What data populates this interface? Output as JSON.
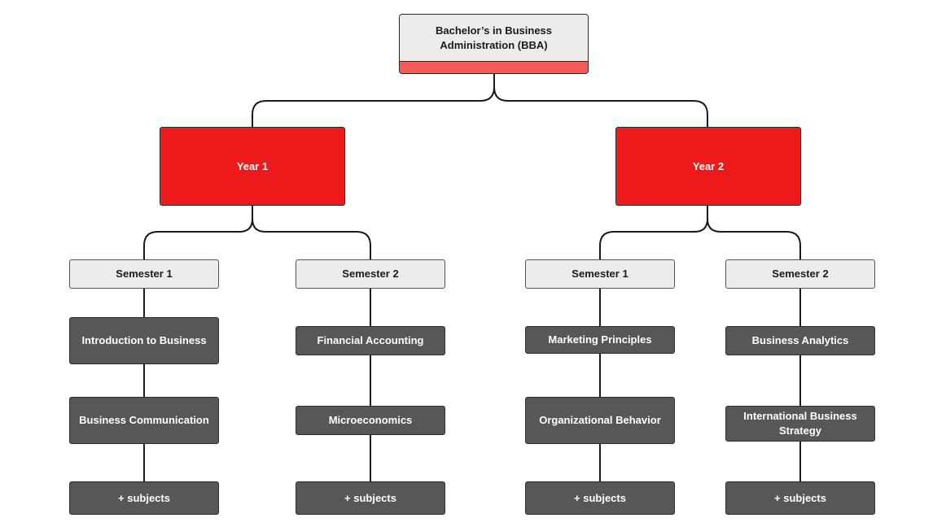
{
  "root": {
    "label": "Bachelor’s in Business Administration (BBA)"
  },
  "years": [
    {
      "label": "Year 1",
      "semesters": [
        {
          "label": "Semester 1",
          "subjects": [
            "Introduction to Business",
            "Business Communication",
            "+ subjects"
          ]
        },
        {
          "label": "Semester 2",
          "subjects": [
            "Financial Accounting",
            "Microeconomics",
            "+ subjects"
          ]
        }
      ]
    },
    {
      "label": "Year 2",
      "semesters": [
        {
          "label": "Semester 1",
          "subjects": [
            "Marketing Principles",
            "Organizational Behavior",
            "+ subjects"
          ]
        },
        {
          "label": "Semester 2",
          "subjects": [
            "Business Analytics",
            "International Business Strategy",
            "+ subjects"
          ]
        }
      ]
    }
  ],
  "colors": {
    "root_fill": "#ececec",
    "root_accent": "#f85a5a",
    "year_fill": "#ec1a1a",
    "semester_fill": "#ececec",
    "subject_fill": "#575757",
    "connector": "#1a1a1a"
  }
}
